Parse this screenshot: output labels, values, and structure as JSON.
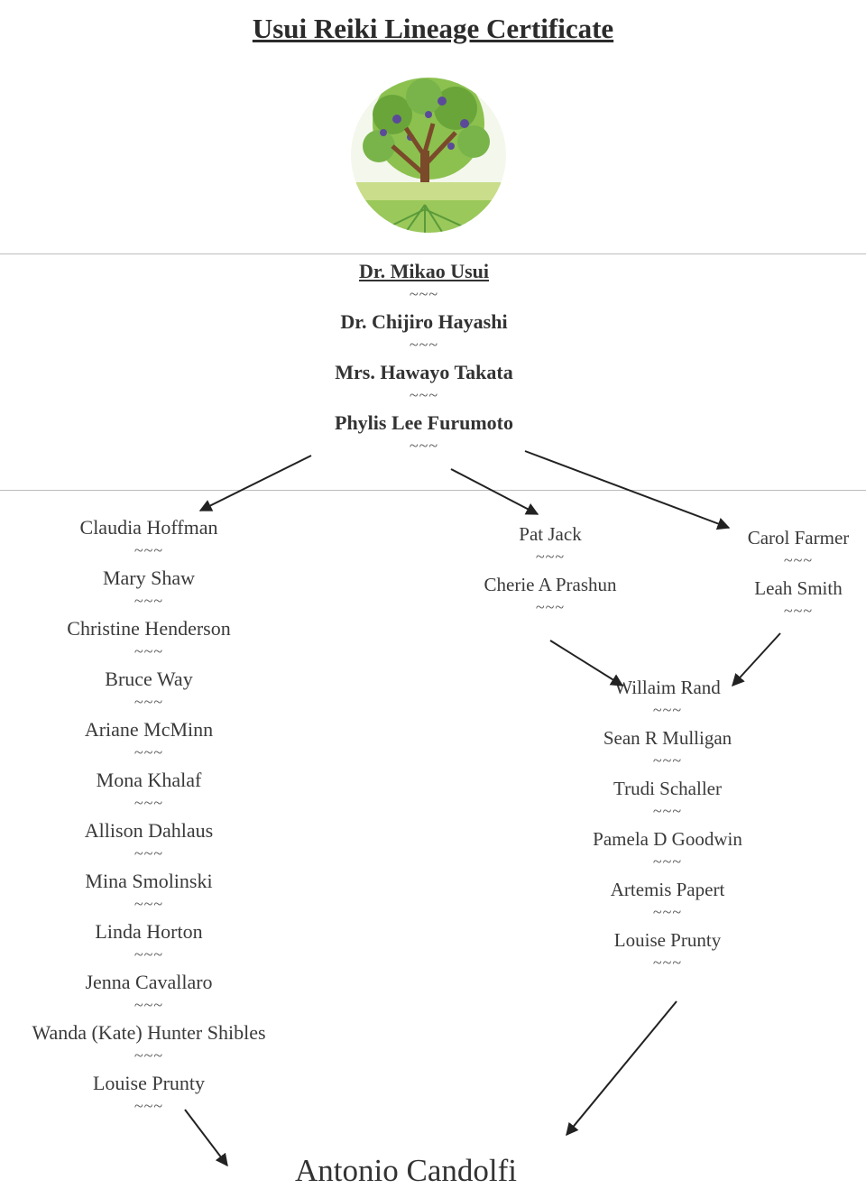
{
  "title": "Usui Reiki Lineage Certificate",
  "separator": "~~~",
  "top_lineage": [
    "Dr. Mikao Usui",
    "Dr. Chijiro Hayashi",
    "Mrs. Hawayo Takata",
    "Phylis Lee Furumoto"
  ],
  "left_lineage": [
    "Claudia Hoffman",
    "Mary Shaw",
    "Christine Henderson",
    "Bruce Way",
    "Ariane McMinn",
    "Mona Khalaf",
    "Allison Dahlaus",
    "Mina Smolinski",
    "Linda Horton",
    "Jenna Cavallaro",
    "Wanda (Kate) Hunter Shibles",
    "Louise Prunty"
  ],
  "middle_branch": [
    "Pat Jack",
    "Cherie A Prashun"
  ],
  "right_branch": [
    "Carol Farmer",
    "Leah Smith"
  ],
  "right_lineage": [
    "Willaim Rand",
    "Sean R Mulligan",
    "Trudi Schaller",
    "Pamela D Goodwin",
    "Artemis Papert",
    "Louise Prunty"
  ],
  "final_name": "Antonio Candolfi",
  "colors": {
    "leaf_green": "#6aa53a",
    "trunk_brown": "#7a4a2a",
    "blossom_purple": "#5b4a9a",
    "root_green": "#9ac85a"
  }
}
